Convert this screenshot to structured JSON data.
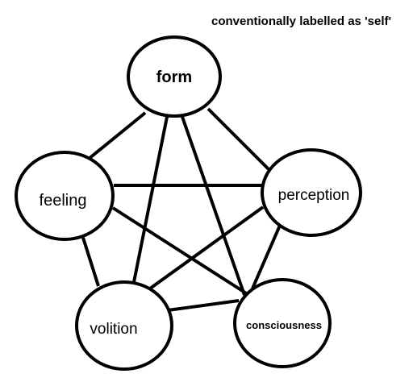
{
  "diagram": {
    "caption": "conventionally labelled as 'self'",
    "nodes": {
      "form": {
        "label": "form"
      },
      "feeling": {
        "label": "feeling"
      },
      "perception": {
        "label": "perception"
      },
      "volition": {
        "label": "volition"
      },
      "consciousness": {
        "label": "consciousness"
      }
    },
    "edges": [
      {
        "from": "form",
        "to": "feeling"
      },
      {
        "from": "form",
        "to": "perception"
      },
      {
        "from": "form",
        "to": "volition"
      },
      {
        "from": "form",
        "to": "consciousness"
      },
      {
        "from": "feeling",
        "to": "perception"
      },
      {
        "from": "feeling",
        "to": "volition"
      },
      {
        "from": "feeling",
        "to": "consciousness"
      },
      {
        "from": "perception",
        "to": "volition"
      },
      {
        "from": "perception",
        "to": "consciousness"
      },
      {
        "from": "volition",
        "to": "consciousness"
      }
    ]
  }
}
